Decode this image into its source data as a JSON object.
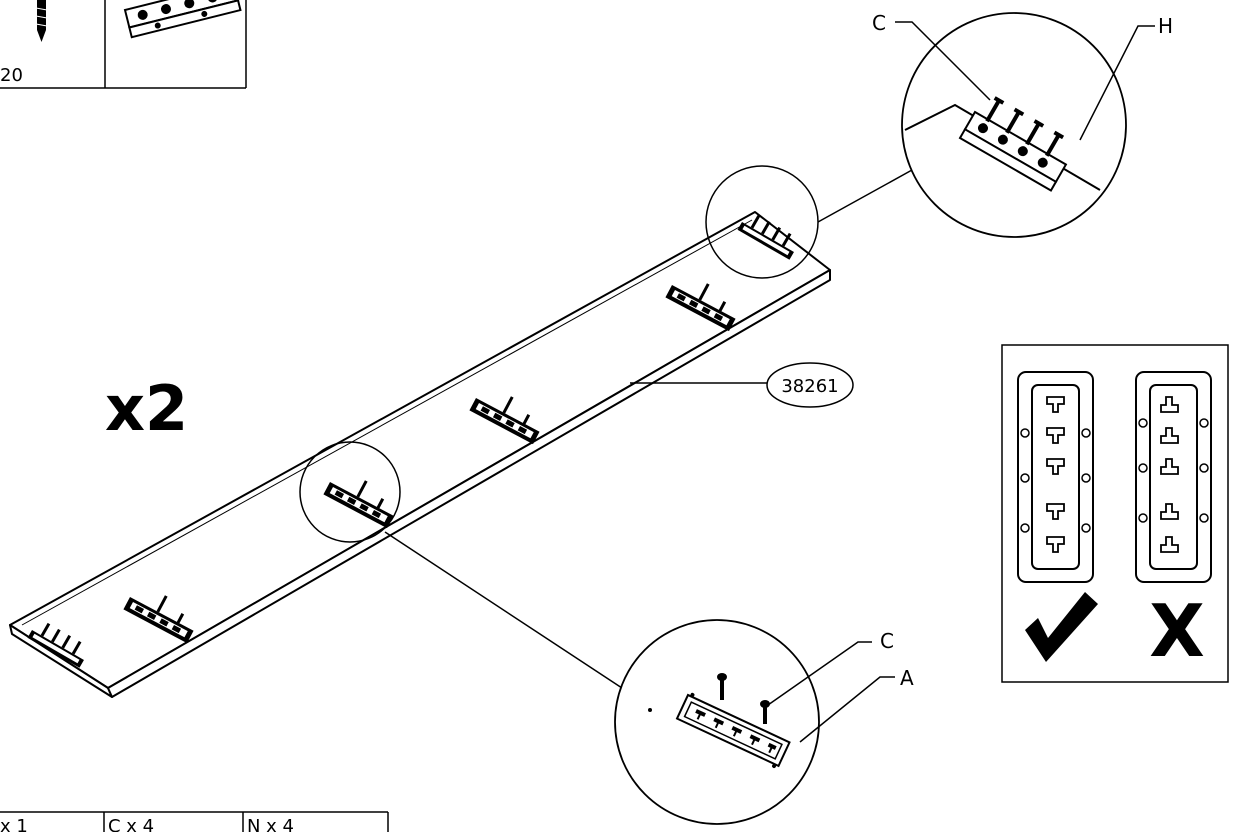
{
  "partial_parts_top": {
    "screw_count_fragment": "20"
  },
  "multiplier": "x2",
  "panel_part_number": "38261",
  "callout_detail_top": {
    "label_screw": "C",
    "label_bracket": "H"
  },
  "callout_detail_bottom": {
    "label_screw": "C",
    "label_plate": "A"
  },
  "orientation_box": {
    "correct_symbol": "✔",
    "wrong_symbol": "X"
  },
  "parts_table_bottom": {
    "cells": [
      "x 1",
      "C x 4",
      "N x 4"
    ]
  },
  "colors": {
    "line": "#000000",
    "background": "#ffffff"
  }
}
